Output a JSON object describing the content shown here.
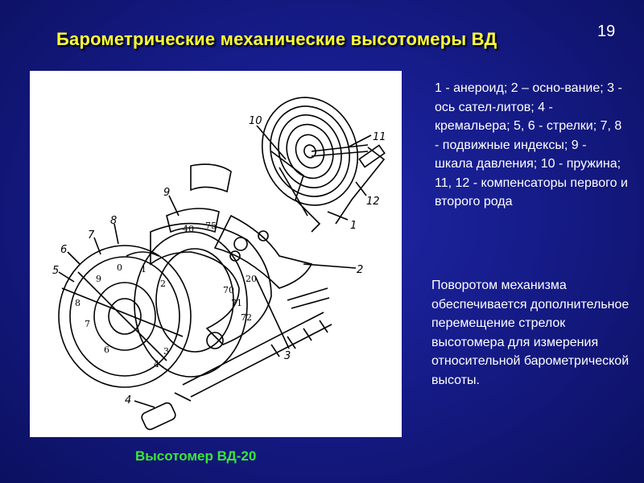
{
  "slide": {
    "title": "Барометрические механические высотомеры ВД",
    "page_number": "19",
    "caption": "Высотомер  ВД-20",
    "legend": "1 - анероид; 2 – осно-вание;  3 - ось сател-литов;  4 - кремальера; 5, 6 - стрелки;  7, 8 - подвижные индексы;   9 - шкала  давления; 10  - пружина;  11, 12  - компенсаторы  первого и второго  рода",
    "note": "Поворотом механизма обеспечивается дополнительное перемещение стрелок высотомера для измерения относительной барометрической высоты."
  },
  "drawing": {
    "labels": [
      "1",
      "2",
      "3",
      "4",
      "5",
      "6",
      "7",
      "8",
      "9",
      "10",
      "11",
      "12"
    ],
    "dial_numbers": [
      "9",
      "0",
      "1",
      "2",
      "7",
      "4",
      "3",
      "8",
      "6"
    ],
    "scale_numbers": [
      "40",
      "75",
      "20",
      "70",
      "71",
      "72"
    ]
  },
  "colors": {
    "background": "#161c8a",
    "title": "#ffff33",
    "caption": "#39e639",
    "text": "#ffffff"
  }
}
